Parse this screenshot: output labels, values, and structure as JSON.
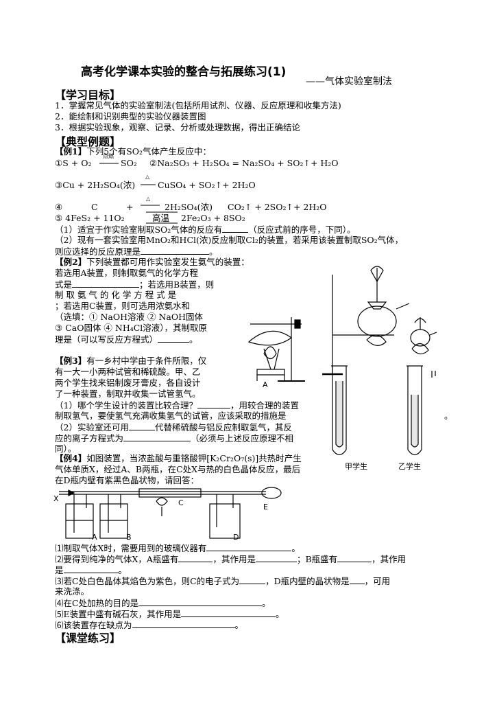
{
  "title": "高考化学课本实验的整合与拓展练习(1)",
  "subtitle": "——气体实验室制法",
  "sections": {
    "goals": "【学习目标】",
    "examples": "【典型例题】",
    "practice": "【课堂练习】"
  },
  "goals": [
    "1．掌握常见气体的实验室制法(包括所用试剂、仪器、反应原理和收集方法)",
    "2．能绘制和识别典型的实验仪器装置图",
    "3．根据实验现象，观察、记录、分析或处理数据，得出正确结论"
  ],
  "ex1": {
    "tag": "【例1】",
    "stem": "下列5个有SO₂气体产生反应中：",
    "r1": "①S + O₂",
    "r1b": "SO₂",
    "r2": "②Na₂SO₃ + H₂SO₄ = Na₂SO₄ + SO₂↑+ H₂O",
    "r3a": "③Cu + 2H₂SO₄(浓)",
    "r3b": "CuSO₄ + SO₂↑+ 2H₂O",
    "r4a": "④",
    "r4b": "C",
    "r4c": "+",
    "r4d": "2H₂SO₄(浓)",
    "r4e": "CO₂↑ + 2SO₂↑+ 2H₂O",
    "r5a": "⑤ 4FeS₂ + 11O₂",
    "r5cond": "高温",
    "r5b": "2Fe₂O₃ + 8SO₂",
    "cond_ignite": "点燃",
    "cond_heat": "△",
    "q1": "（1）适宜于作实验室制取SO₂气体的反应有",
    "q1b": "（反应式前的序号，下同）。",
    "q2": "（2）现有一套实验室用MnO₂和HCl(浓)反应制取Cl₂的装置，若采用该装置制取SO₂气体，",
    "q2b": "则应选择的反应原理是"
  },
  "ex2": {
    "tag": "【例2】",
    "stem": "下列装置都可用作实验室发生氨气的装置：",
    "l1": "若选用A装置，则制取氨气的化学方程",
    "l2": "式是",
    "l2b": "；若选用B装置，则",
    "l3": "制 取 氨 气 的 化 学 方 程 式 是",
    "l4": "；若选用C装置，则可选用浓氨水和",
    "l5": "（选填：① NaOH溶液 ② NaOH固体",
    "l6": "③ CaO固体 ④ NH₄Cl溶液），其制取原",
    "l7": "理是（可以写反应方程式）"
  },
  "ex3": {
    "tag": "【例3】",
    "l1": "有一乡村中学由于条件所限，仅",
    "l2": "有一大一小两种试管和稀硫酸。甲、乙",
    "l3": "两个学生找来铝制废牙膏皮，各自设计",
    "l4": "了一种装置，制取并收集一试管氢气。",
    "l5": "（1）哪个学生设计的装置比较合理？",
    "l5b": "，用较合理的装置",
    "l6": "制取氢气，要使氢气充满收集氢气的试管，应该采取的措施是",
    "l6b": "。",
    "l7": "（2）实验室还可用",
    "l7b": "代替稀硫酸与铝反应制取氢气，其反",
    "l8": "应的离子方程式为",
    "l8b": "（必须与上述反应原理不相",
    "l9": "同）。"
  },
  "ex4": {
    "tag": "【例4】",
    "l1": "如图装置，当浓盐酸与重铬酸钾[K₂Cr₂O₇(s)]共热时产生",
    "l2": "气体单质X，经过A、B两瓶，在C处X与热的白色晶体反应，最后",
    "l3": "在D瓶内壁有紫黑色晶状物，请回答：",
    "q1": "⑴制取气体X时，需要用到的玻璃仪器有",
    "q2": "⑵要得到纯净的气体X，A瓶盛有",
    "q2b": "，其作用是",
    "q2c": "；B瓶盛有",
    "q2d": "，其作用",
    "q2e": "是",
    "q3": "⑶若C处白色晶体其焰色为紫色，则C的电子式为",
    "q3b": "，D瓶内壁的晶状物是",
    "q3c": "，可用",
    "q3d": "来洗涤。",
    "q4": "⑷在C处加热的目的是",
    "q5": "⑸E装置中盛有碱石灰，其作用是",
    "q6": "⑹该装置存在缺点为"
  },
  "figures": {
    "A": "A",
    "X": "X",
    "fa": "A",
    "fb": "B",
    "fc": "C",
    "fd": "D",
    "fe": "E",
    "jia": "甲学生",
    "yi": "乙学生"
  }
}
